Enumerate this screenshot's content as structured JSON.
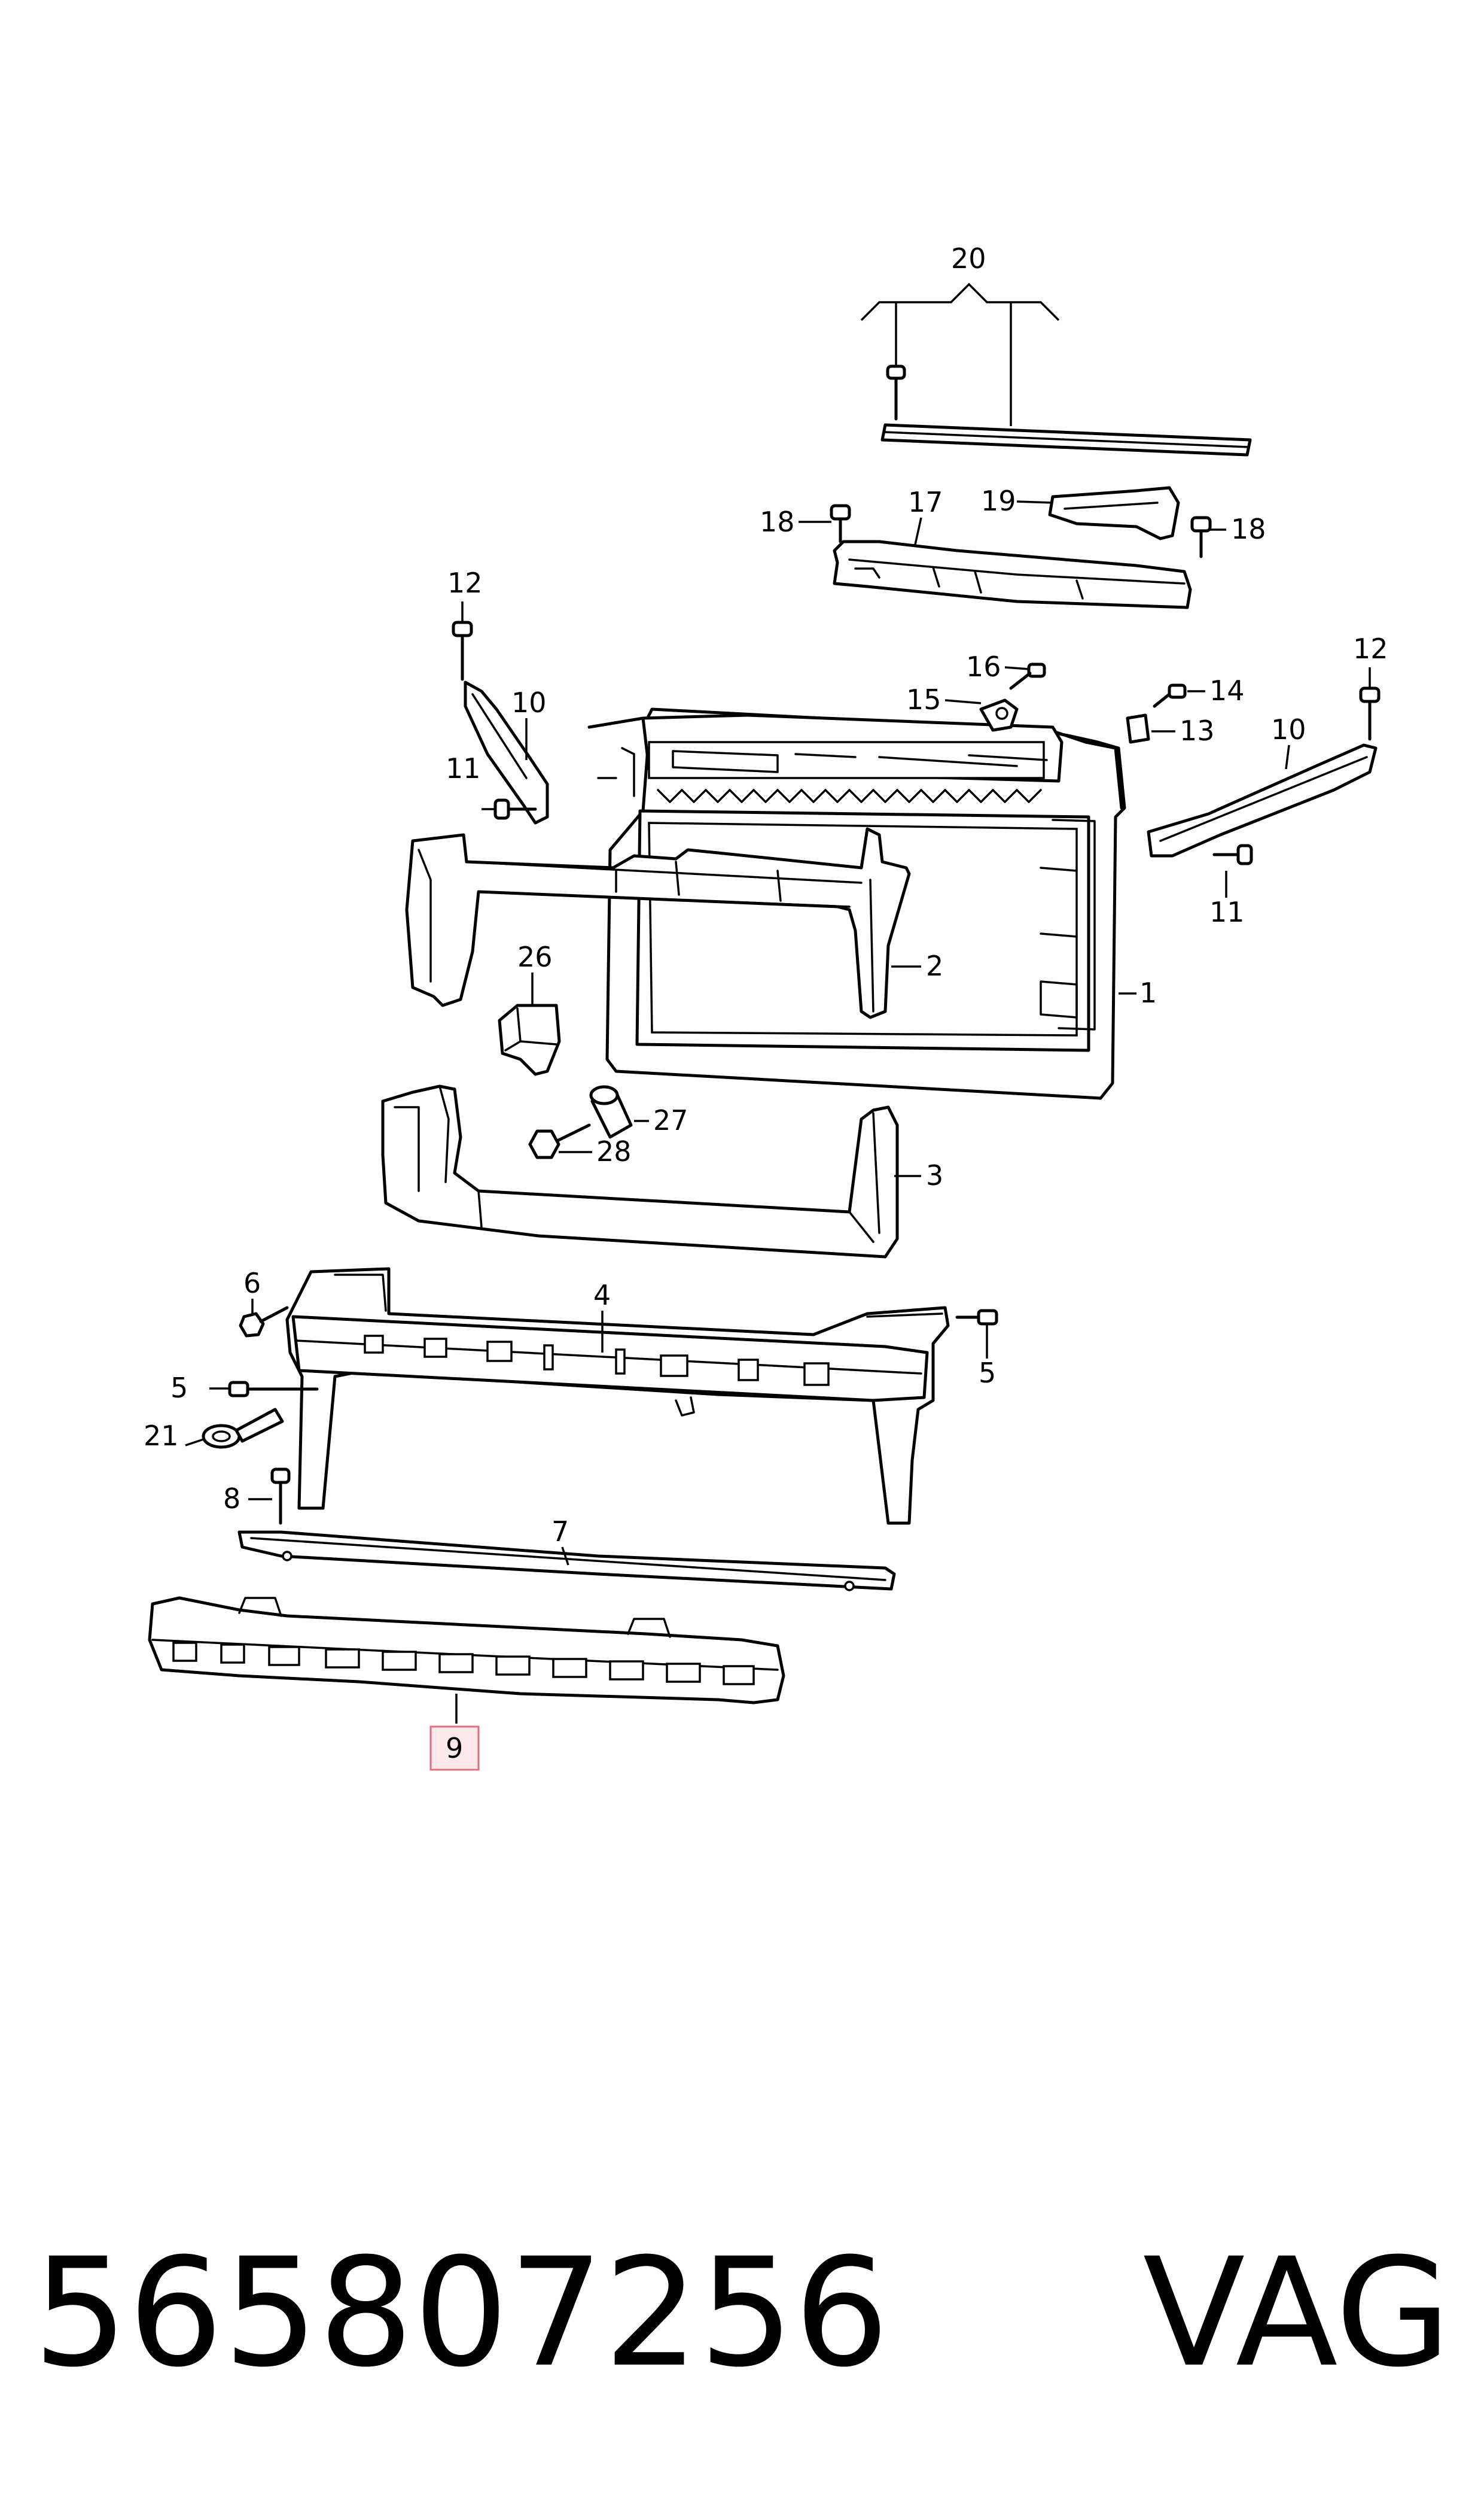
{
  "diagram": {
    "callouts": {
      "c1": "1",
      "c2": "2",
      "c3": "3",
      "c4": "4",
      "c5a": "5",
      "c5b": "5",
      "c6": "6",
      "c7": "7",
      "c8": "8",
      "c9": "9",
      "c10a": "10",
      "c10b": "10",
      "c11a": "11",
      "c11b": "11",
      "c12a": "12",
      "c12b": "12",
      "c13": "13",
      "c14": "14",
      "c15": "15",
      "c16": "16",
      "c17": "17",
      "c18a": "18",
      "c18b": "18",
      "c19": "19",
      "c20": "20",
      "c21": "21",
      "c26": "26",
      "c27": "27",
      "c28": "28"
    },
    "highlighted_callout": "9",
    "highlight_color": "#e0707e"
  },
  "footer": {
    "part_number": "565807256",
    "brand": "VAG"
  }
}
